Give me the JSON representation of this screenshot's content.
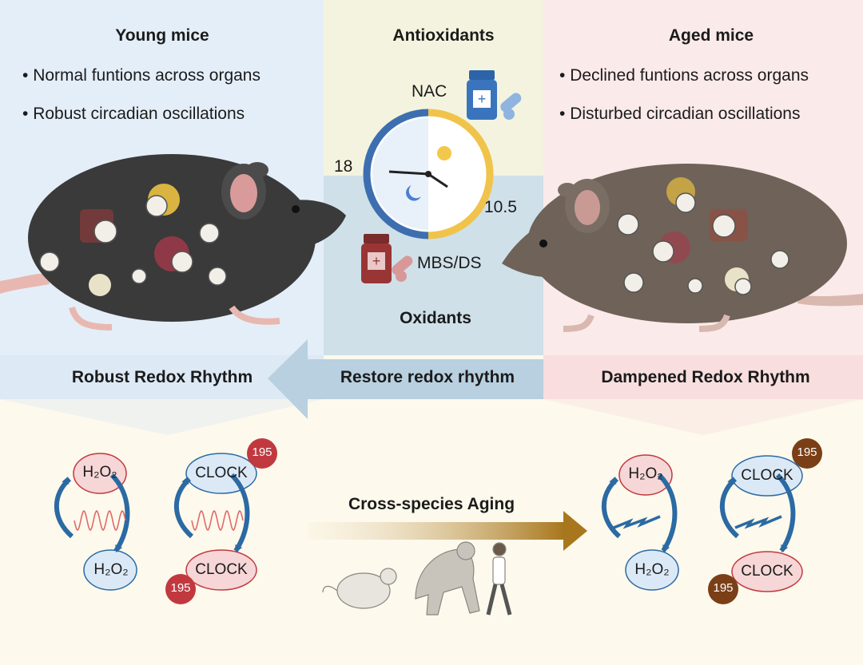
{
  "young": {
    "title": "Young mice",
    "bullets": [
      "Normal funtions across organs",
      "Robust circadian oscillations"
    ]
  },
  "aged": {
    "title": "Aged mice",
    "bullets": [
      "Declined funtions across organs",
      "Disturbed circadian oscillations"
    ]
  },
  "center": {
    "antioxidants": "Antioxidants",
    "oxidants": "Oxidants",
    "nac": "NAC",
    "mbs": "MBS/DS",
    "clock_left": "18",
    "clock_right": "10.5"
  },
  "rhythm": {
    "robust": "Robust Redox Rhythm",
    "restore": "Restore redox rhythm",
    "dampened": "Dampened Redox Rhythm",
    "cross": "Cross-species Aging"
  },
  "cycle": {
    "h2o2_top": "H₂O₂",
    "h2o2_bottom": "H₂O₂",
    "clock": "CLOCK",
    "site": "195"
  },
  "colors": {
    "young_panel": "#e6f0f8",
    "antiox_panel": "#f4f4e0",
    "aged_panel": "#fbecec",
    "oxid_panel": "#cfe0e8",
    "arrow_blue": "#2b6aa3",
    "red": "#c1393f",
    "brown": "#7a3f16",
    "gold": "#a87a1d"
  }
}
